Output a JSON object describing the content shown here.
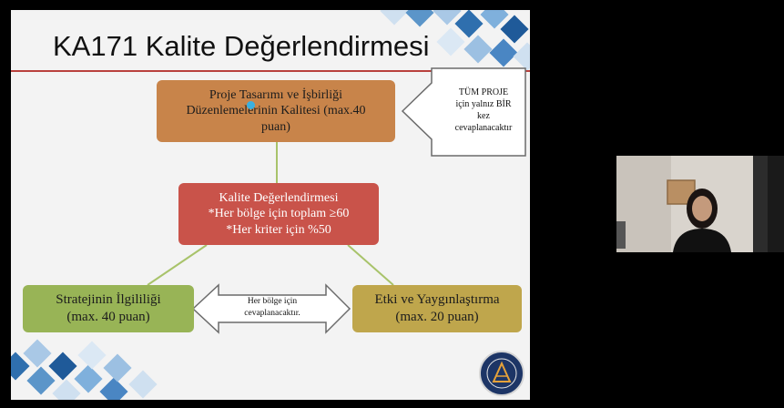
{
  "slide": {
    "title": "KA171 Kalite Değerlendirmesi",
    "boxes": {
      "top": {
        "line1": "Proje Tasarımı ve İşbirliği",
        "line2": "Düzenlemelerinin Kalitesi (max.40",
        "line3": "puan)"
      },
      "center": {
        "line1": "Kalite Değerlendirmesi",
        "line2": "*Her bölge için toplam ≥60",
        "line3": "*Her kriter için %50"
      },
      "left": {
        "line1": "Stratejinin İlgililiği",
        "line2": "(max. 40 puan)"
      },
      "right": {
        "line1": "Etki ve Yaygınlaştırma",
        "line2": "(max. 20 puan)"
      }
    },
    "callout": {
      "line1": "TÜM PROJE",
      "line2": "için yalnız BİR",
      "line3": "kez",
      "line4": "cevaplanacaktır"
    },
    "double_arrow": {
      "line1": "Her bölge için",
      "line2": "cevaplanacaktır."
    },
    "colors": {
      "top_box": "#c8844a",
      "center_box": "#c9534a",
      "left_box": "#98b456",
      "right_box": "#bfa64c",
      "title_rule": "#b9413d",
      "connector": "#a8c36a"
    }
  },
  "participant_video": {
    "label": ""
  }
}
